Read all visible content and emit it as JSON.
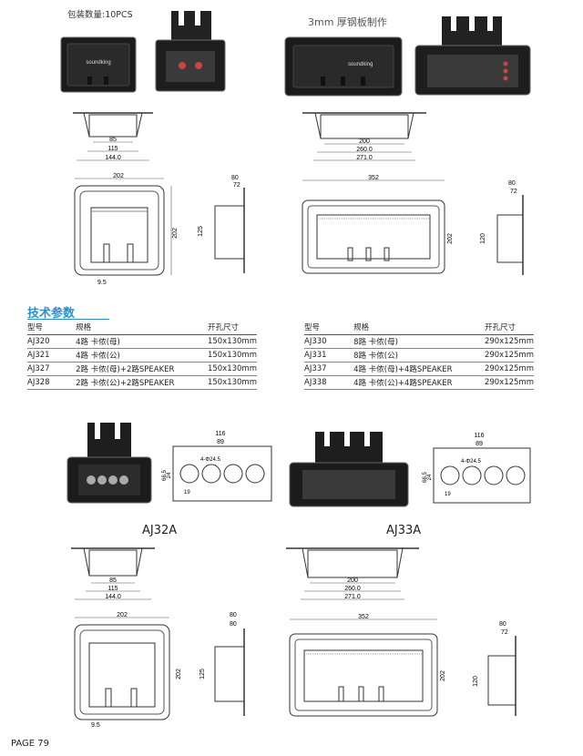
{
  "header": {
    "package_qty": "包装数量:10PCS"
  },
  "notes": {
    "steel_note": "3mm 厚钢板制作"
  },
  "brand": {
    "logo_text": "soundking"
  },
  "section": {
    "title": "技术参数"
  },
  "table_left": {
    "headers": [
      "型号",
      "规格",
      "开孔尺寸"
    ],
    "rows": [
      [
        "AJ320",
        "4路 卡侬(母)",
        "150x130mm"
      ],
      [
        "AJ321",
        "4路 卡侬(公)",
        "150x130mm"
      ],
      [
        "AJ327",
        "2路 卡侬(母)+2路SPEAKER",
        "150x130mm"
      ],
      [
        "AJ328",
        "2路 卡侬(公)+2路SPEAKER",
        "150x130mm"
      ]
    ]
  },
  "table_right": {
    "headers": [
      "型号",
      "规格",
      "开孔尺寸"
    ],
    "rows": [
      [
        "AJ330",
        "8路 卡侬(母)",
        "290x125mm"
      ],
      [
        "AJ331",
        "8路 卡侬(公)",
        "290x125mm"
      ],
      [
        "AJ337",
        "4路 卡侬(母)+4路SPEAKER",
        "290x125mm"
      ],
      [
        "AJ338",
        "4路 卡侬(公)+4路SPEAKER",
        "290x125mm"
      ]
    ]
  },
  "models": {
    "left": "AJ32A",
    "right": "AJ33A"
  },
  "dims": {
    "small_side": [
      "85",
      "115",
      "144.0"
    ],
    "large_side": [
      "200",
      "260.0",
      "271.0"
    ],
    "small_plan": {
      "width": "202",
      "height": "202",
      "inner": "125",
      "bottom": "9.5"
    },
    "small_depth": [
      "80",
      "72"
    ],
    "small_depth_b": [
      "80",
      "80"
    ],
    "large_plan": {
      "width": "352",
      "height": "202"
    },
    "large_depth": [
      "80",
      "72",
      "120"
    ],
    "panel": {
      "w1": "116",
      "w2": "89",
      "h1": "66.5",
      "h2": "24",
      "hole": "4-Φ24.5",
      "off": "19"
    }
  },
  "footer": {
    "page": "PAGE 79"
  }
}
